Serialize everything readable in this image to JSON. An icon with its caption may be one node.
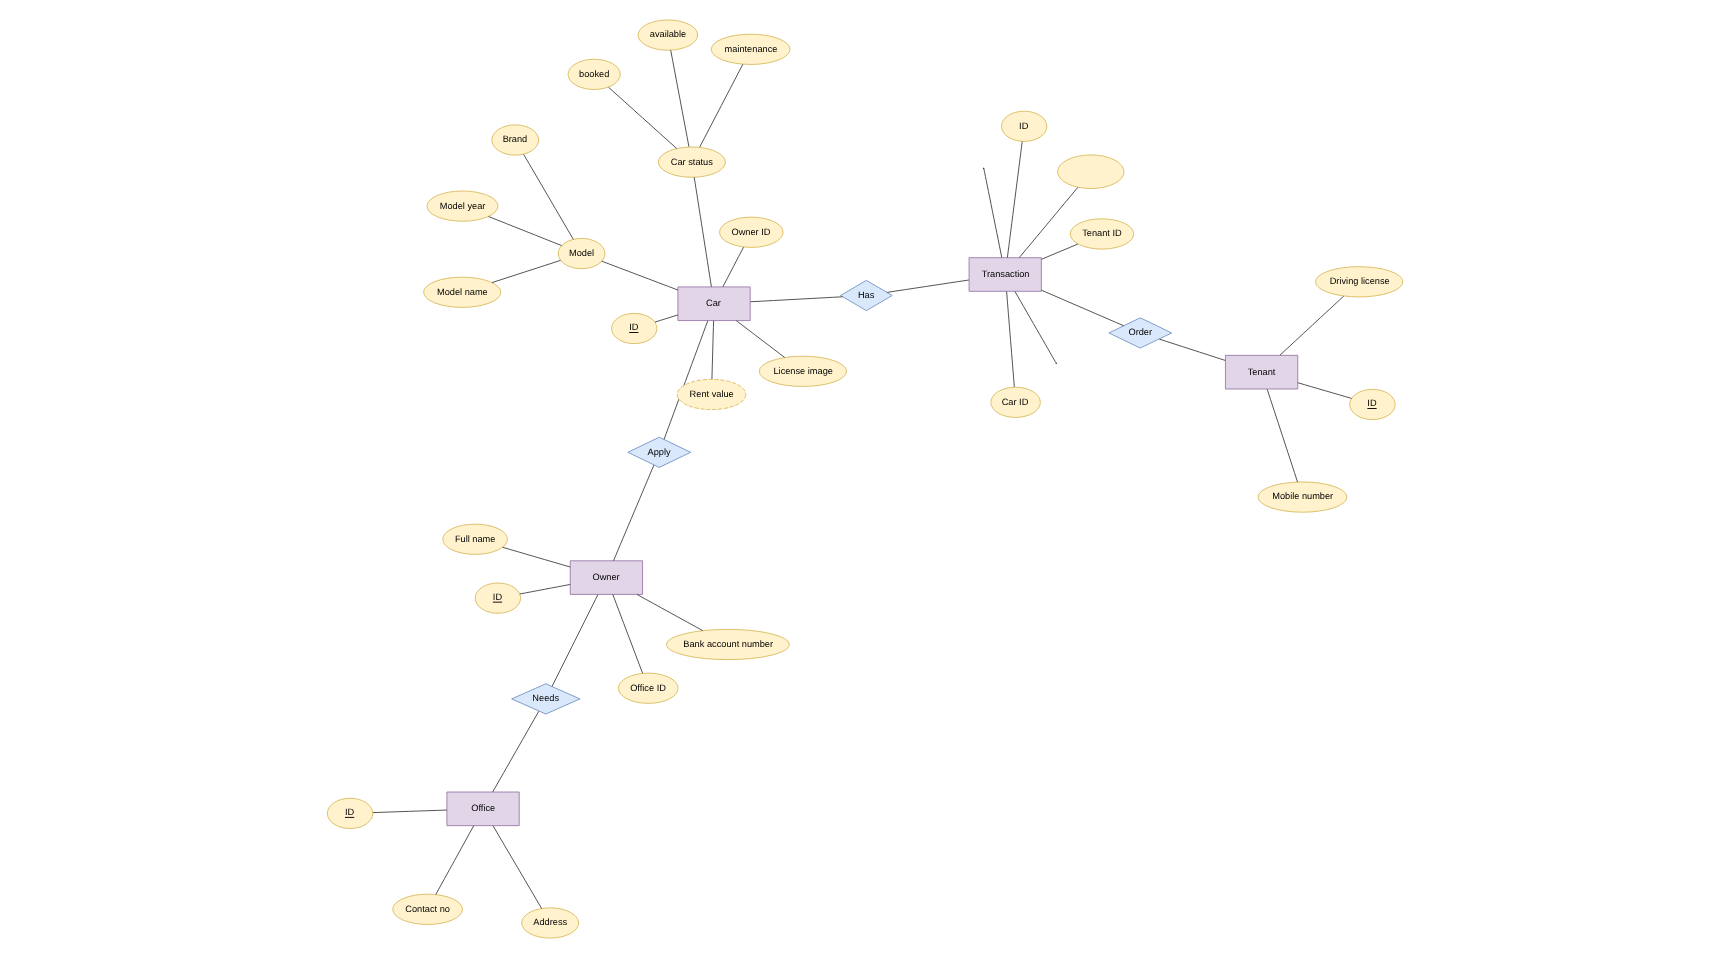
{
  "diagram": {
    "nodes": [
      {
        "text": [
          "ID"
        ]
      },
      {
        "text": [
          "Address"
        ]
      },
      {
        "text": [
          "Contact no"
        ]
      },
      {
        "text": [
          "Office"
        ]
      },
      {
        "text": [
          "Needs"
        ]
      },
      {
        "text": [
          "Full name"
        ]
      },
      {
        "text": [
          "ID"
        ]
      },
      {
        "text": [
          "Bank account number"
        ]
      },
      {
        "text": [
          "Office ID"
        ]
      },
      {
        "text": [
          "Owner"
        ]
      },
      {
        "text": [
          "Apply"
        ]
      },
      {
        "text": [
          "booked"
        ]
      },
      {
        "text": [
          "maintenance"
        ]
      },
      {
        "text": [
          "available"
        ]
      },
      {
        "text": [
          "Car status"
        ]
      },
      {
        "text": [
          "Rent value"
        ]
      },
      {
        "text": [
          "License image"
        ]
      },
      {
        "text": [
          "Car"
        ]
      },
      {
        "text": [
          "ID"
        ]
      },
      {
        "text": [
          "Brand"
        ]
      },
      {
        "text": [
          "Model name"
        ]
      },
      {
        "text": [
          "Model year"
        ]
      },
      {
        "text": [
          "Model"
        ]
      },
      {
        "text": [
          "Owner ID"
        ]
      },
      {
        "text": [
          "Has"
        ]
      },
      {
        "text": [
          "ID"
        ]
      },
      {
        "text": [
          "Driving license"
        ]
      },
      {
        "text": [
          "Mobile number"
        ]
      },
      {
        "text": [
          "Tenant"
        ]
      },
      {
        "text": [
          "Order"
        ]
      },
      {
        "text": [
          "Transaction"
        ]
      },
      {
        "text": [
          "Tenant ID"
        ]
      },
      {
        "text": [
          "Car ID"
        ]
      },
      {
        "text": [
          "ID"
        ]
      },
      {
        "text": [],
        "shape": "ellipse"
      }
    ],
    "edges": [
      {
        "from": 0,
        "to": 3,
        "arrow": "none"
      },
      {
        "from": 1,
        "to": 3,
        "arrow": "none"
      },
      {
        "from": 2,
        "to": 3,
        "arrow": "none"
      },
      {
        "from": 3,
        "to": 4,
        "arrow": "none"
      },
      {
        "from": 4,
        "to": 9,
        "arrow": "none"
      },
      {
        "from": 5,
        "to": 9,
        "arrow": "none"
      },
      {
        "from": 6,
        "to": 9,
        "arrow": "none"
      },
      {
        "from": 7,
        "to": 9,
        "arrow": "none"
      },
      {
        "from": 8,
        "to": 9,
        "arrow": "none"
      },
      {
        "from": 9,
        "to": 10,
        "arrow": "none"
      },
      {
        "from": 10,
        "to": 17,
        "arrow": "none"
      },
      {
        "from": 11,
        "to": 14,
        "arrow": "none"
      },
      {
        "from": 12,
        "to": 14,
        "arrow": "none"
      },
      {
        "from": 13,
        "to": 14,
        "arrow": "none"
      },
      {
        "from": 14,
        "to": 17,
        "arrow": "none"
      },
      {
        "from": 15,
        "to": 17,
        "arrow": "none"
      },
      {
        "from": 16,
        "to": 17,
        "arrow": "none"
      },
      {
        "from": 17,
        "to": 18,
        "arrow": "none"
      },
      {
        "from": 17,
        "to": 22,
        "arrow": "none"
      },
      {
        "from": 22,
        "to": 19,
        "arrow": "none"
      },
      {
        "from": 22,
        "to": 20,
        "arrow": "none"
      },
      {
        "from": 22,
        "to": 21,
        "arrow": "none"
      },
      {
        "from": 17,
        "to": 23,
        "arrow": "none"
      },
      {
        "from": 17,
        "to": 24,
        "arrow": "none"
      },
      {
        "from": 24,
        "to": 30,
        "arrow": "none"
      },
      {
        "from": 25,
        "to": 28,
        "arrow": "none"
      },
      {
        "from": 26,
        "to": 28,
        "arrow": "none"
      },
      {
        "from": 27,
        "to": 28,
        "arrow": "none"
      },
      {
        "from": 28,
        "to": 29,
        "arrow": "none"
      },
      {
        "from": 29,
        "to": 30,
        "arrow": "none"
      },
      {
        "from": 30,
        "to": 31,
        "arrow": "none"
      },
      {
        "from": 30,
        "to": 32,
        "arrow": "none"
      },
      {
        "from": 30,
        "to": 33,
        "arrow": "none"
      },
      {
        "from": 30,
        "to": null,
        "arrow": "none"
      },
      {
        "from": 30,
        "to": null,
        "arrow": "none"
      },
      {
        "from": 30,
        "to": 34,
        "arrow": "none"
      }
    ]
  }
}
